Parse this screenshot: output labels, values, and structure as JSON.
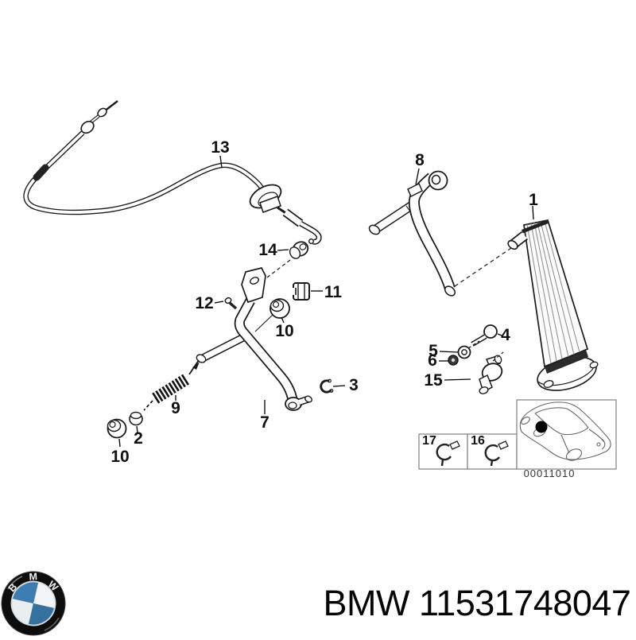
{
  "diagram": {
    "part_labels": {
      "p13": "13",
      "p8": "8",
      "p1": "1",
      "p14": "14",
      "p12": "12",
      "p10_mid": "10",
      "p11": "11",
      "p9": "9",
      "p2": "2",
      "p10_bottom": "10",
      "p7": "7",
      "p3": "3",
      "p4": "4",
      "p5": "5",
      "p6": "6",
      "p15": "15",
      "p17": "17",
      "p16": "16"
    },
    "image_code": "00011010"
  },
  "footer": {
    "part_text": "BMW 11531748047",
    "logo_letters": {
      "b": "B",
      "m": "M",
      "w": "W"
    }
  },
  "colors": {
    "line": "#1a1a1a",
    "bmw_blue": "#3c7cb0",
    "bmw_blue_dark": "#35719f"
  }
}
